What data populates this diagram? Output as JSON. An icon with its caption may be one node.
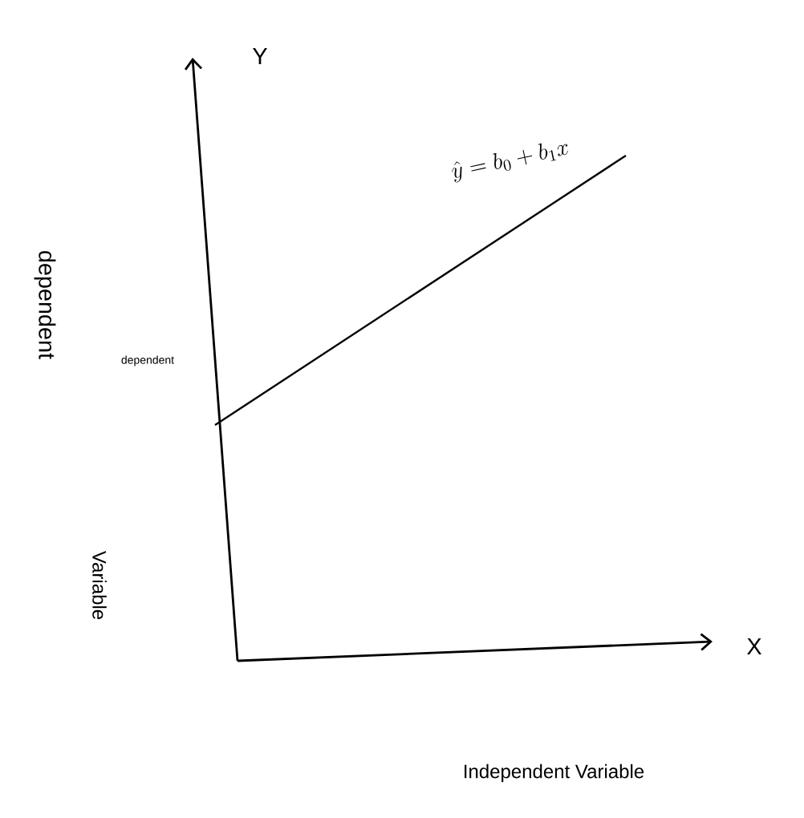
{
  "diagram": {
    "labels": [
      "Y",
      "\\hat{y} = b_0 + b_1 x",
      "dependent",
      "dependent",
      "Variable",
      "X",
      "Independent Variable"
    ]
  }
}
